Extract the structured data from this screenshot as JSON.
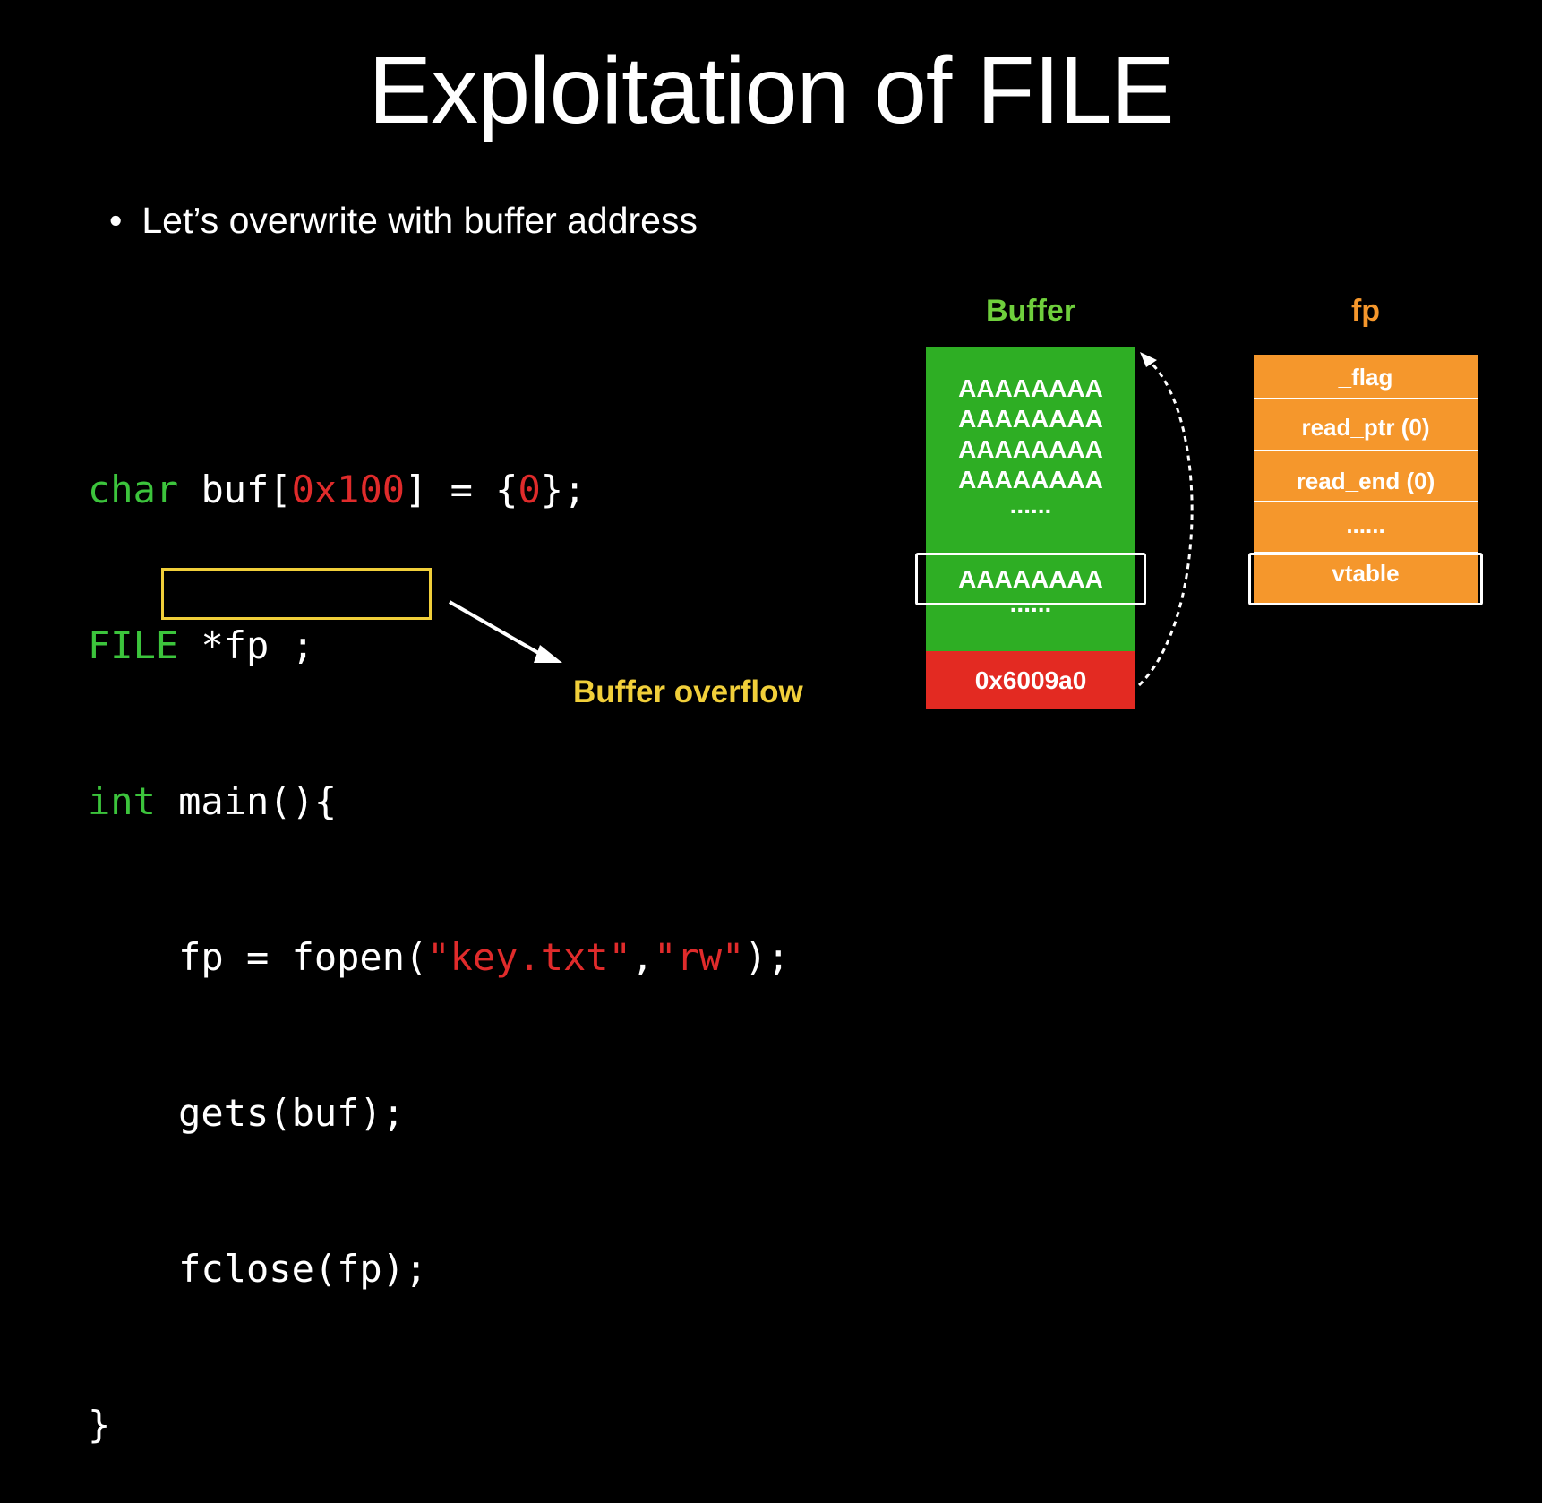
{
  "slide": {
    "title": "Exploitation of FILE",
    "bullet": "Let’s overwrite with buffer address"
  },
  "code": {
    "line1": {
      "kw": "char",
      "a": " buf[",
      "num1": "0x100",
      "b": "] = {",
      "num2": "0",
      "c": "};"
    },
    "line2": {
      "kw": "FILE",
      "a": " *fp ;"
    },
    "line3": {
      "kw": "int",
      "a": " main(){"
    },
    "line4": {
      "a": "    fp = fopen(",
      "s1": "\"key.txt\"",
      "b": ",",
      "s2": "\"rw\"",
      "c": ");"
    },
    "line5": {
      "a": "    gets(buf);"
    },
    "line6": {
      "a": "    fclose(fp);"
    },
    "line7": {
      "a": "}"
    }
  },
  "annotation": {
    "overflow_label": "Buffer overflow"
  },
  "buffer": {
    "heading": "Buffer",
    "rows": [
      "AAAAAAAA",
      "AAAAAAAA",
      "AAAAAAAA",
      "AAAAAAAA",
      "......",
      "AAAAAAAA",
      "......"
    ],
    "address": "0x6009a0"
  },
  "fp": {
    "heading": "fp",
    "fields": [
      "_flag",
      "read_ptr (0)",
      "read_end (0)",
      "......",
      "vtable"
    ]
  },
  "colors": {
    "keyword": "#3cc43c",
    "literal": "#e02b2b",
    "highlight_box": "#f1cf3a",
    "buffer_green": "#2eae24",
    "address_red": "#e32a22",
    "fp_orange": "#f5972c"
  }
}
